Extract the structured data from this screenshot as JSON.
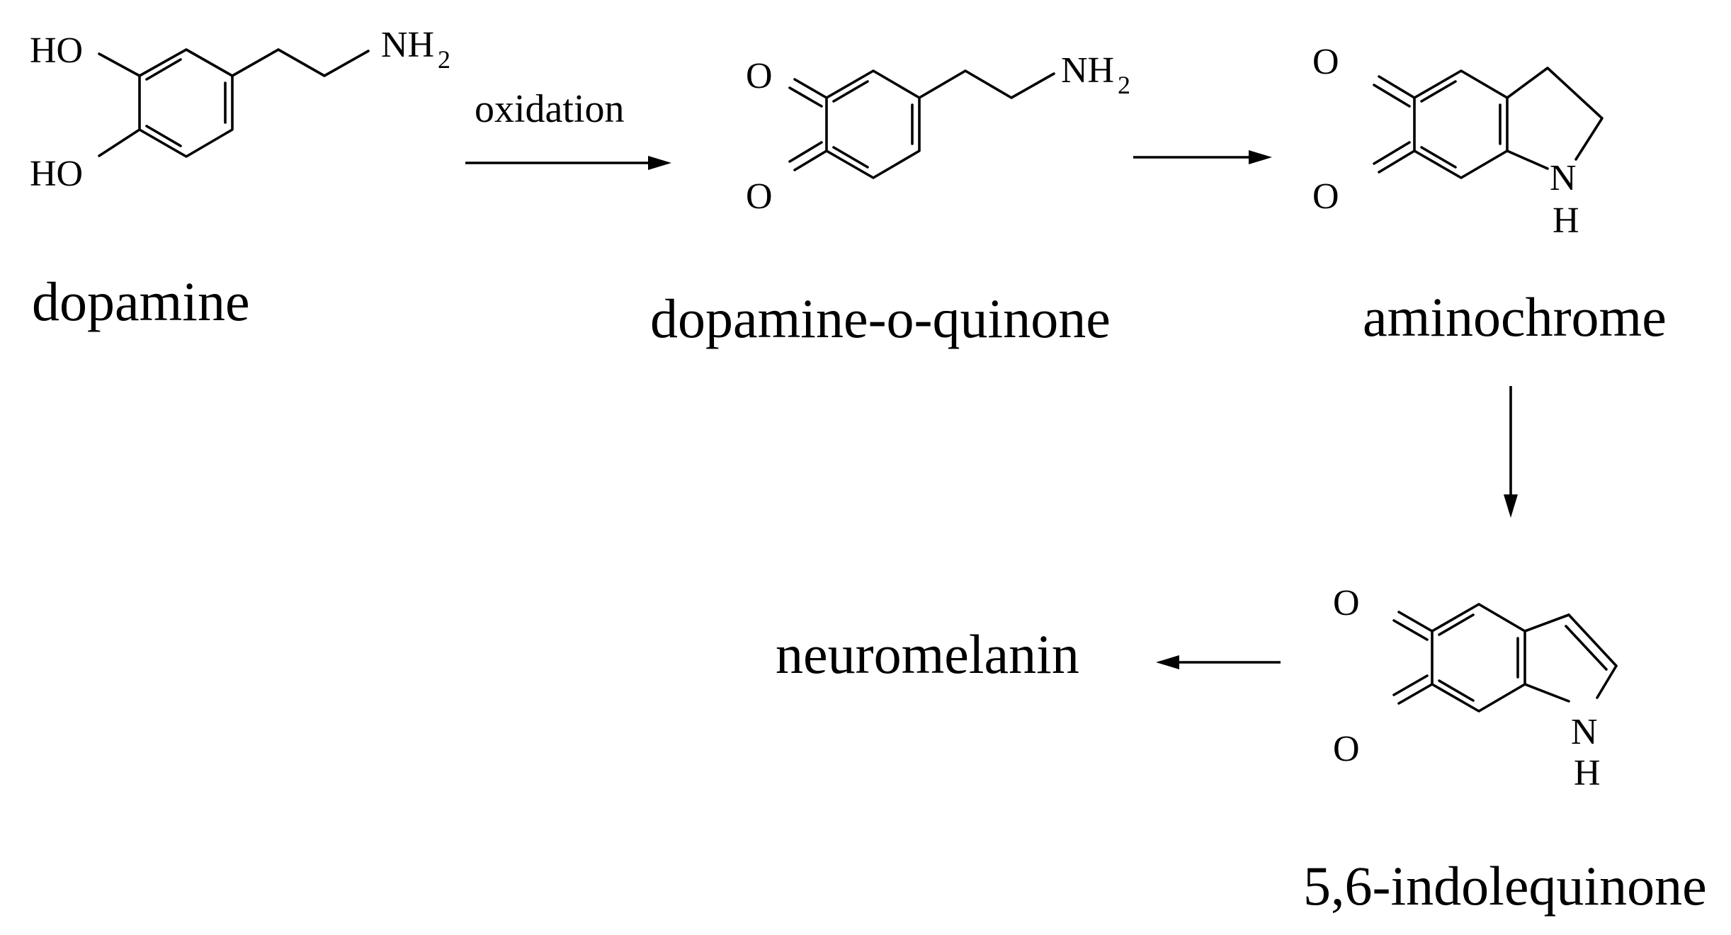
{
  "atoms": {
    "ho": "HO",
    "o": "O",
    "n": "N",
    "h": "H",
    "nh": "NH",
    "sub2": "2"
  },
  "compounds": {
    "dopamine": "dopamine",
    "quinone": "dopamine-o-quinone",
    "aminochrome": "aminochrome",
    "indolequinone": "5,6-indolequinone",
    "neuromelanin": "neuromelanin"
  },
  "steps": {
    "oxidation": "oxidation"
  }
}
